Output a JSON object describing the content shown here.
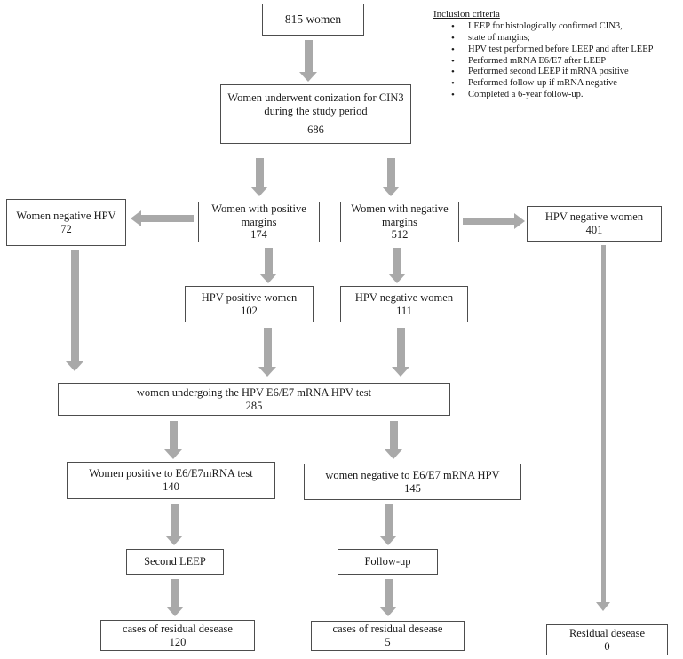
{
  "diagram": {
    "nodes": {
      "n815": {
        "label": "815 women"
      },
      "conization": {
        "label": "Women underwent conization for CIN3 during the study period",
        "value": "686"
      },
      "neg72": {
        "label": "Women negative HPV",
        "value": "72"
      },
      "posMargins": {
        "label": "Women with positive margins",
        "value": "174"
      },
      "negMargins": {
        "label": "Women with negative margins",
        "value": "512"
      },
      "neg401": {
        "label": "HPV negative women",
        "value": "401"
      },
      "pos102": {
        "label": "HPV positive women",
        "value": "102"
      },
      "neg111": {
        "label": "HPV negative women",
        "value": "111"
      },
      "test285": {
        "label": "women undergoing the HPV E6/E7 mRNA HPV test",
        "value": "285"
      },
      "pos140": {
        "label": "Women positive to E6/E7mRNA test",
        "value": "140"
      },
      "neg145": {
        "label": "women negative to E6/E7 mRNA HPV",
        "value": "145"
      },
      "secondLeep": {
        "label": "Second LEEP"
      },
      "followUp": {
        "label": "Follow-up"
      },
      "cases120": {
        "label": "cases of residual desease",
        "value": "120"
      },
      "cases5": {
        "label": "cases of residual desease",
        "value": "5"
      },
      "residual0": {
        "label": "Residual desease",
        "value": "0"
      }
    },
    "criteria": {
      "title": "Inclusion criteria",
      "items": [
        "LEEP for histologically confirmed CIN3,",
        "state of margins;",
        "HPV test performed before LEEP and after LEEP",
        "Performed mRNA E6/E7 after LEEP",
        "Performed second LEEP if mRNA positive",
        "Performed follow-up if mRNA negative",
        "Completed a 6-year follow-up."
      ]
    },
    "colors": {
      "arrow": "#a9a9a9",
      "box_border": "#4d4d4d",
      "text": "#1a1a1a",
      "background": "#ffffff"
    }
  }
}
